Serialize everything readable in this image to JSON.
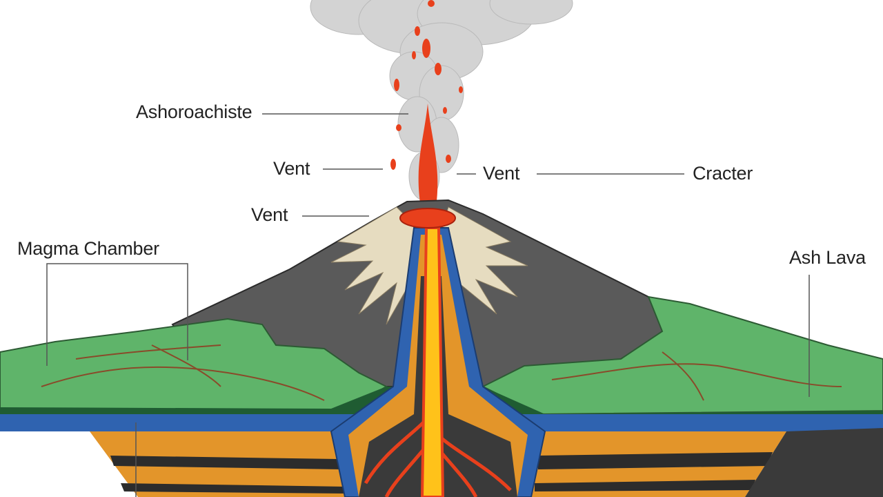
{
  "diagram": {
    "labels": {
      "ash": "Ashoroachiste",
      "vent_left": "Vent",
      "vent_right": "Vent",
      "crater": "Cracter",
      "vent_low": "Vent",
      "magma_chamber": "Magma Chamber",
      "ash_lava": "Ash Lava"
    },
    "colors": {
      "lava": "#e8401c",
      "lava_core": "#ffc21a",
      "cone": "#5a5a5a",
      "ash_streaks": "#e6dcc0",
      "ground": "#5fb46a",
      "water_layer": "#2f63b0",
      "strata_orange": "#e3952a",
      "strata_dark": "#2c2c2c",
      "smoke": "#cfcfcf"
    }
  }
}
